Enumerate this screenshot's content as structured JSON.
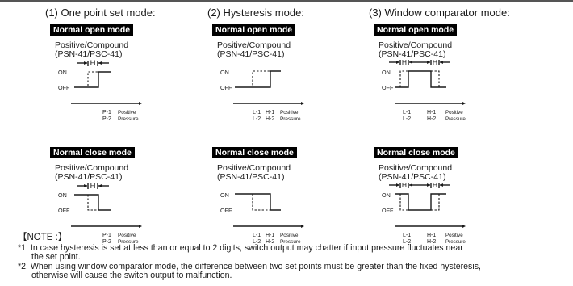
{
  "modes": [
    {
      "id": "one-point",
      "title": "(1) One point set mode:",
      "blocks": [
        {
          "badge": "Normal open mode",
          "subtitle": "Positive/Compound\n(PSN-41/PSC-41)",
          "type": "one-open"
        },
        {
          "badge": "Normal close mode",
          "subtitle": "Positive/Compound\n(PSN-41/PSC-41)",
          "type": "one-close"
        }
      ]
    },
    {
      "id": "hysteresis",
      "title": "(2) Hysteresis mode:",
      "blocks": [
        {
          "badge": "Normal open mode",
          "subtitle": "Positive/Compound\n(PSN-41/PSC-41)",
          "type": "hys-open"
        },
        {
          "badge": "Normal close mode",
          "subtitle": "Positive/Compound\n(PSN-41/PSC-41)",
          "type": "hys-close"
        }
      ]
    },
    {
      "id": "window",
      "title": "(3) Window comparator mode:",
      "blocks": [
        {
          "badge": "Normal open mode",
          "subtitle": "Positive/Compound\n(PSN-41/PSC-41)",
          "type": "win-open"
        },
        {
          "badge": "Normal close mode",
          "subtitle": "Positive/Compound\n(PSN-41/PSC-41)",
          "type": "win-close"
        }
      ]
    }
  ],
  "labels": {
    "on": "ON",
    "off": "OFF",
    "h": "H",
    "p1": "P-1",
    "p2": "P-2",
    "l1": "L-1",
    "l2": "L-2",
    "h1": "H-1",
    "h2": "H-2",
    "positive": "Positive",
    "pressure": "Pressure"
  },
  "notes": {
    "title": "【NOTE :】",
    "items": [
      {
        "line1": "*1. In case hysteresis is set at less than or equal to 2 digits,  switch output may chatter if input pressure fluctuates near",
        "line2": "the set point."
      },
      {
        "line1": "*2. When using window comparator mode, the difference between two set points must be greater than the fixed hysteresis,",
        "line2": "otherwise will cause the switch output to malfunction."
      }
    ]
  }
}
